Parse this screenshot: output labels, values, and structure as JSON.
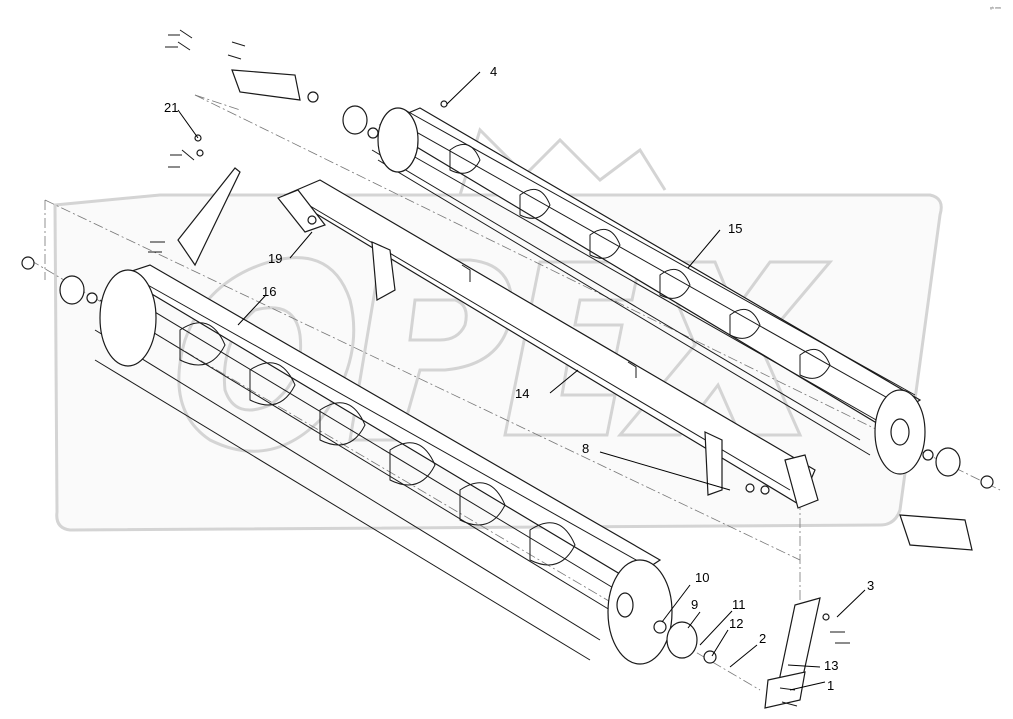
{
  "corner_mark": "ᵍʰ ᵐᵐ",
  "watermark": {
    "text": "OPEX",
    "color": "#d4d4d4"
  },
  "callouts": [
    {
      "id": "1",
      "text": "1"
    },
    {
      "id": "2",
      "text": "2"
    },
    {
      "id": "3",
      "text": "3"
    },
    {
      "id": "4",
      "text": "4"
    },
    {
      "id": "8",
      "text": "8"
    },
    {
      "id": "9",
      "text": "9"
    },
    {
      "id": "10",
      "text": "10"
    },
    {
      "id": "11",
      "text": "11"
    },
    {
      "id": "12",
      "text": "12"
    },
    {
      "id": "13",
      "text": "13"
    },
    {
      "id": "14",
      "text": "14"
    },
    {
      "id": "15",
      "text": "15"
    },
    {
      "id": "16",
      "text": "16"
    },
    {
      "id": "19",
      "text": "19"
    },
    {
      "id": "21",
      "text": "21"
    }
  ]
}
